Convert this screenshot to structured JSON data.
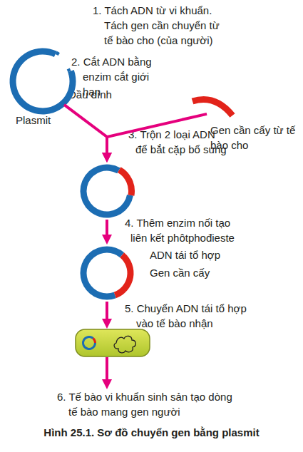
{
  "diagram": {
    "caption": "Hình 25.1. Sơ đồ chuyển gen bằng plasmit",
    "nodes": [
      {
        "text": [
          "Plasmit"
        ]
      },
      {
        "text": [
          "Gen cần cấy từ tế bào cho"
        ]
      },
      {
        "text": []
      },
      {
        "text": [
          "ADN tái tổ hợp",
          "Gen cần cấy"
        ]
      },
      {
        "text": []
      },
      {
        "text": [
          "6. Tế bào vi khuẩn sinh sản tạo dòng tế bào mang gen người"
        ]
      }
    ],
    "edges": [
      {
        "from": 0,
        "to": 2,
        "arrow": "to"
      },
      {
        "from": 1,
        "to": 2,
        "arrow": "to"
      },
      {
        "from": 2,
        "to": 3,
        "arrow": "to",
        "label": "4. Thêm enzim nối tạo liên kết phôtphođieste"
      },
      {
        "from": 3,
        "to": 4,
        "arrow": "to",
        "label": "5. Chuyển ADN tái tổ hợp vào tế bào nhận"
      },
      {
        "from": 4,
        "to": 5,
        "arrow": "to"
      }
    ],
    "labels": [
      "1. Tách ADN từ vi khuẩn. Tách gen cần chuyển từ tế bào cho (của người)",
      "2. Cắt ADN bằng enzim cắt giới hạn",
      "Đầu dính",
      "3. Trộn 2 loại ADN để bắt cặp bổ sung"
    ]
  }
}
